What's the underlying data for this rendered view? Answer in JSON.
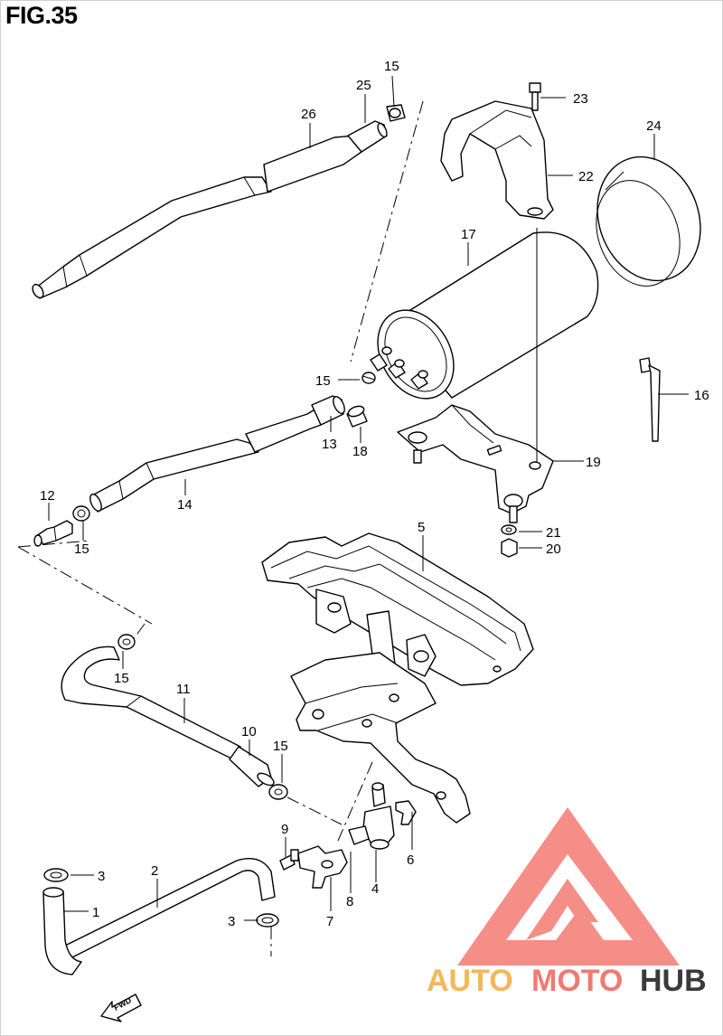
{
  "figure": {
    "title": "FIG.35"
  },
  "callouts": {
    "c1": "1",
    "c2": "2",
    "c3a": "3",
    "c3b": "3",
    "c4": "4",
    "c5": "5",
    "c6": "6",
    "c7": "7",
    "c8": "8",
    "c9": "9",
    "c10": "10",
    "c11": "11",
    "c12": "12",
    "c13": "13",
    "c14": "14",
    "c15a": "15",
    "c15b": "15",
    "c15c": "15",
    "c15d": "15",
    "c15e": "15",
    "c16": "16",
    "c17": "17",
    "c18": "18",
    "c19": "19",
    "c20": "20",
    "c21": "21",
    "c22": "22",
    "c23": "23",
    "c24": "24",
    "c25": "25",
    "c26": "26"
  },
  "direction": {
    "label": "FWD"
  },
  "watermark": {
    "part1": "AUTO",
    "part2": "MOTO",
    "part3": "HUB"
  },
  "colors": {
    "line": "#000000",
    "watermark_red": "#f07a72",
    "watermark_orange": "#f6b65a",
    "watermark_gray": "#3a3a3a"
  }
}
